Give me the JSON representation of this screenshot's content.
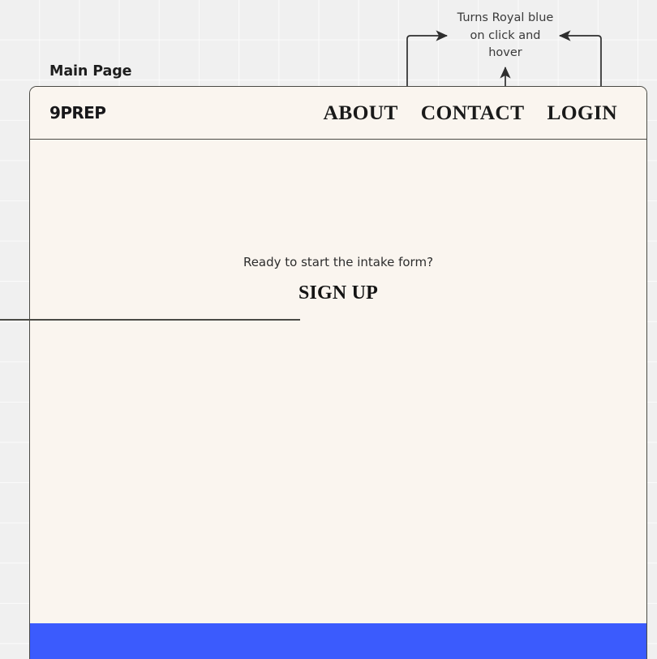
{
  "page": {
    "label": "Main Page",
    "background_color": "#f0f0f0",
    "card_color": "#faf5ef",
    "border_color": "#4a4a45"
  },
  "annotation": {
    "note": "Turns Royal blue\non click and\nhover",
    "targets": [
      "ABOUT",
      "CONTACT",
      "LOGIN"
    ]
  },
  "navbar": {
    "brand": "9PREP",
    "links": [
      {
        "label": "ABOUT"
      },
      {
        "label": "CONTACT"
      },
      {
        "label": "LOGIN"
      }
    ]
  },
  "hero": {
    "subtitle": "Ready to start the intake form?",
    "cta_label": "SIGN UP"
  },
  "footer": {
    "accent_color": "#3b5bfd",
    "accent_name": "Royal blue"
  }
}
